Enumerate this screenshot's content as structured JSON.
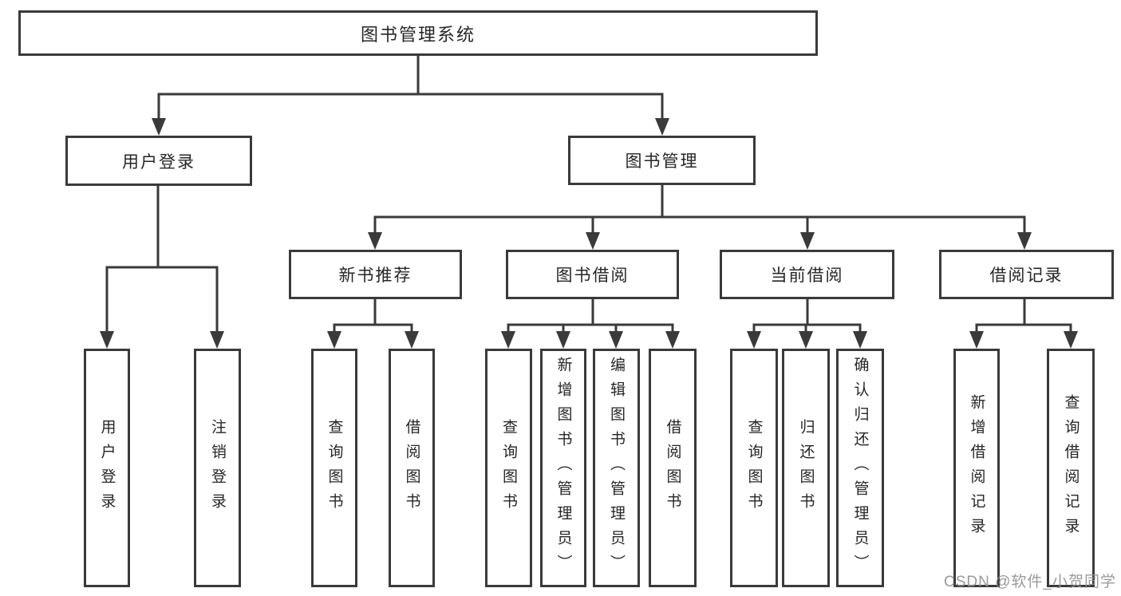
{
  "watermark": {
    "text": "CSDN @软件_小贺同学"
  },
  "colors": {
    "line": "#3a3a3a",
    "text": "#262626",
    "watermark": "#919191",
    "background": "#ffffff"
  },
  "tree": {
    "root": {
      "label": "图书管理系统",
      "children": [
        {
          "label": "用户登录",
          "children": [
            {
              "label": "用户登录"
            },
            {
              "label": "注销登录"
            }
          ]
        },
        {
          "label": "图书管理",
          "children": [
            {
              "label": "新书推荐",
              "children": [
                {
                  "label": "查询图书"
                },
                {
                  "label": "借阅图书"
                }
              ]
            },
            {
              "label": "图书借阅",
              "children": [
                {
                  "label": "查询图书"
                },
                {
                  "label": "新增图书（管理员）"
                },
                {
                  "label": "编辑图书（管理员）"
                },
                {
                  "label": "借阅图书"
                }
              ]
            },
            {
              "label": "当前借阅",
              "children": [
                {
                  "label": "查询图书"
                },
                {
                  "label": "归还图书"
                },
                {
                  "label": "确认归还（管理员）"
                }
              ]
            },
            {
              "label": "借阅记录",
              "children": [
                {
                  "label": "新增借阅记录"
                },
                {
                  "label": "查询借阅记录"
                }
              ]
            }
          ]
        }
      ]
    }
  }
}
